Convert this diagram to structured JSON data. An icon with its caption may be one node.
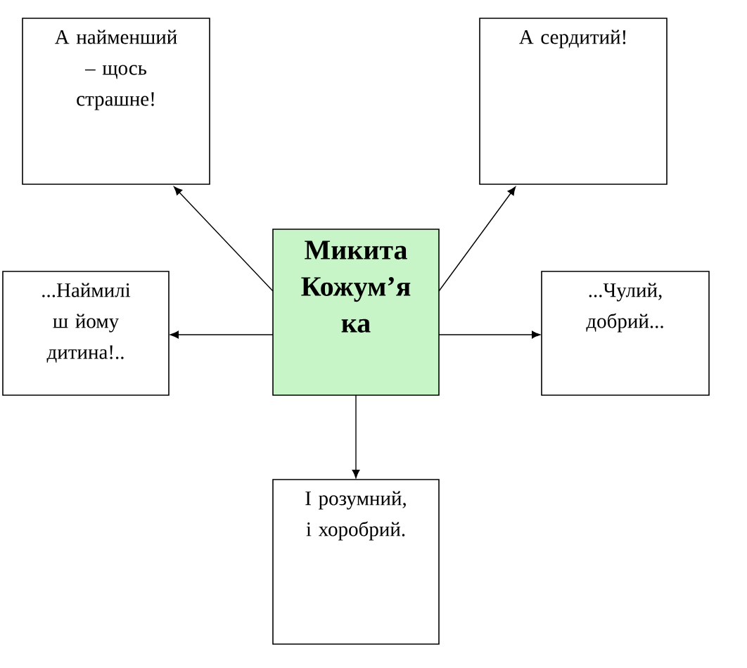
{
  "diagram": {
    "nodes": [
      {
        "text": [
          "Микита Кожум’я ка"
        ]
      },
      {
        "text": [
          "А найменший – щось страшне!"
        ]
      },
      {
        "text": [
          "А сердитий!"
        ]
      },
      {
        "text": [
          "...Наймилі ш йому дитина!.."
        ]
      },
      {
        "text": [
          "...Чулий, добрий..."
        ]
      },
      {
        "text": [
          "І розумний, і хоробрий."
        ]
      }
    ],
    "edges": [
      {
        "from": 0,
        "to": 1,
        "arrow": "to"
      },
      {
        "from": 0,
        "to": 2,
        "arrow": "to"
      },
      {
        "from": 0,
        "to": 3,
        "arrow": "to"
      },
      {
        "from": 0,
        "to": 4,
        "arrow": "to"
      },
      {
        "from": 0,
        "to": 5,
        "arrow": "to"
      }
    ]
  }
}
